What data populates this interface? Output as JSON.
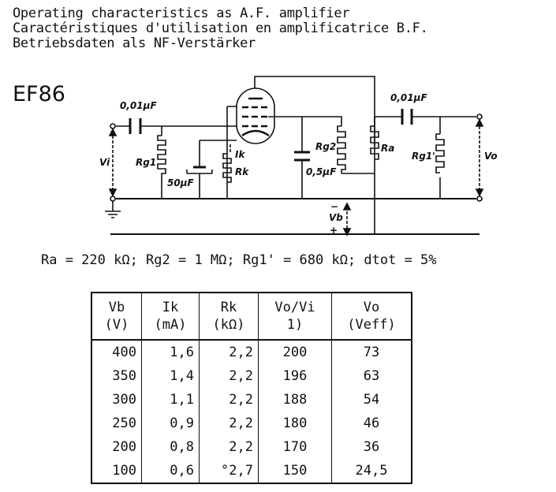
{
  "header": {
    "lines": [
      "Operating characteristics as A.F. amplifier",
      "Caractéristiques d'utilisation en amplificatrice B.F.",
      "Betriebsdaten als NF-Verstärker"
    ]
  },
  "tube_type": "EF86",
  "circuit": {
    "labels": {
      "c_in": "0,01µF",
      "c_out": "0,01µF",
      "vi": "Vi",
      "rg1": "Rg1",
      "c_k": "50µF",
      "ik": "Ik",
      "rk": "Rk",
      "c_g2": "0,5µF",
      "rg2": "Rg2",
      "ra": "Ra",
      "rg1p": "Rg1'",
      "vo": "Vo",
      "vb": "Vb",
      "minus": "−",
      "plus": "+"
    }
  },
  "formula": "Ra = 220 kΩ; Rg2 = 1 MΩ; Rg1' = 680 kΩ; dtot = 5%",
  "table": {
    "headers": [
      [
        "Vb",
        "(V)"
      ],
      [
        "Ik",
        "(mA)"
      ],
      [
        "Rk",
        "(kΩ)"
      ],
      [
        "Vo/Vi",
        "1)"
      ],
      [
        "Vo",
        "(Veff)"
      ]
    ],
    "rows": [
      [
        "400",
        "1,6",
        "2,2",
        "200",
        "73"
      ],
      [
        "350",
        "1,4",
        "2,2",
        "196",
        "63"
      ],
      [
        "300",
        "1,1",
        "2,2",
        "188",
        "54"
      ],
      [
        "250",
        "0,9",
        "2,2",
        "180",
        "46"
      ],
      [
        "200",
        "0,8",
        "2,2",
        "170",
        "36"
      ],
      [
        "100",
        "0,6",
        "°2,7",
        "150",
        "24,5"
      ]
    ]
  }
}
